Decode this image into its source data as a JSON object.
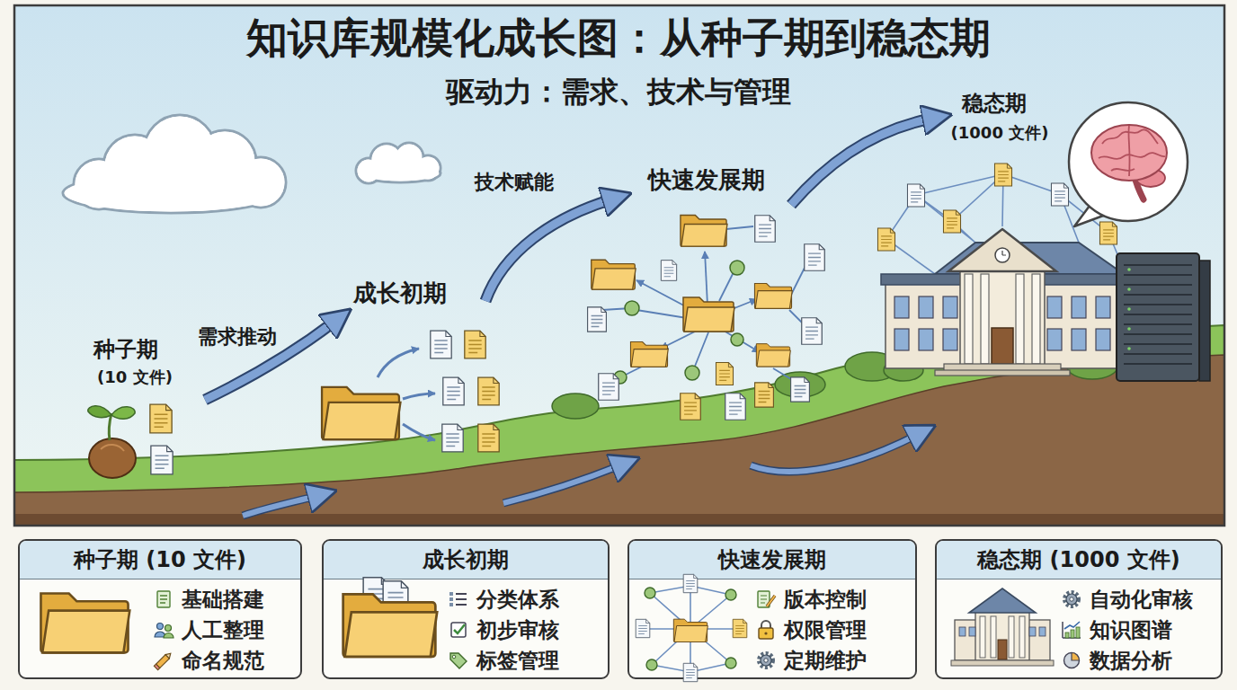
{
  "diagram": {
    "title": "知识库规模化成长图：从种子期到稳态期",
    "nodes": [
      {
        "text": [
          "种子期 (10 文件)",
          "基础搭建",
          "人工整理",
          "命名规范"
        ]
      },
      {
        "text": [
          "成长初期",
          "分类体系",
          "初步审核",
          "标签管理"
        ]
      },
      {
        "text": [
          "快速发展期",
          "版本控制",
          "权限管理",
          "定期维护"
        ]
      },
      {
        "text": [
          "稳态期 (1000 文件)",
          "自动化审核",
          "知识图谱",
          "数据分析"
        ]
      }
    ],
    "labels": [
      "驱动力：需求、技术与管理",
      "种子期",
      "(10 文件)",
      "需求推动",
      "成长初期",
      "技术赋能",
      "快速发展期",
      "稳态期",
      "(1000 文件)"
    ]
  }
}
